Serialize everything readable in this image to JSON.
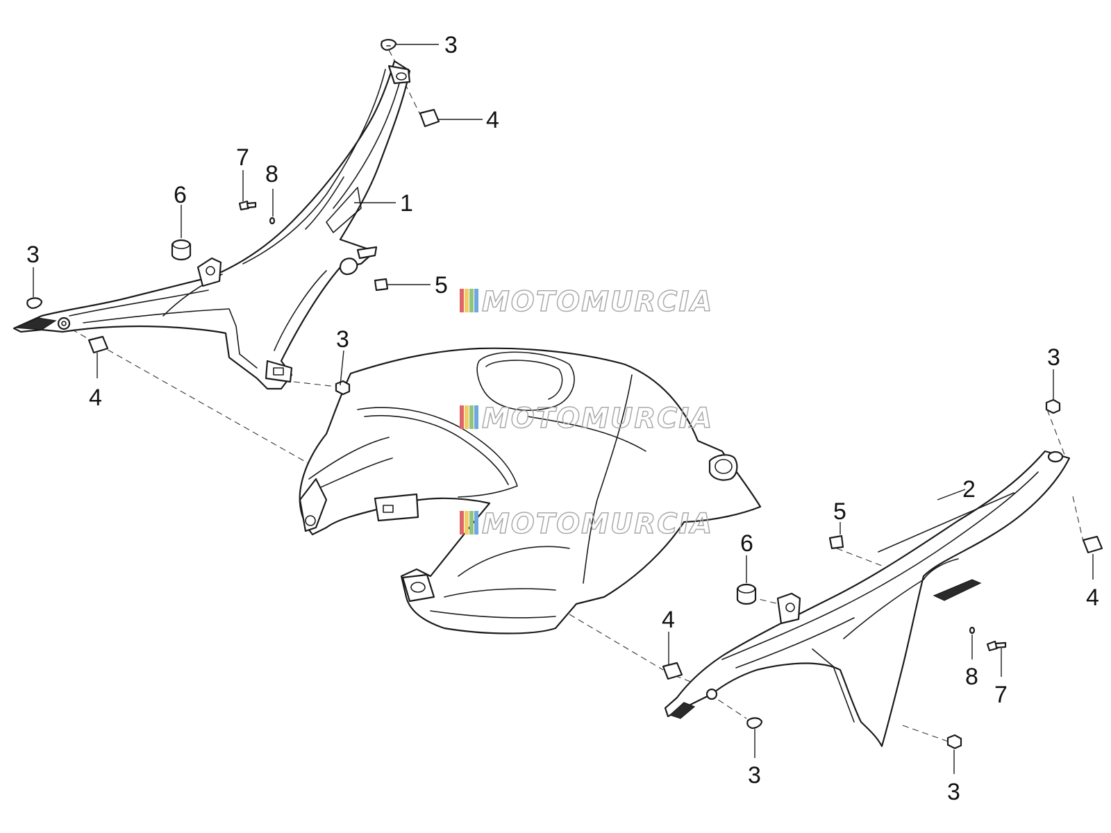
{
  "diagram": {
    "callouts": [
      {
        "label": "3"
      },
      {
        "label": "4"
      },
      {
        "label": "1"
      },
      {
        "label": "7"
      },
      {
        "label": "8"
      },
      {
        "label": "6"
      },
      {
        "label": "3"
      },
      {
        "label": "5"
      },
      {
        "label": "4"
      },
      {
        "label": "3"
      },
      {
        "label": "3"
      },
      {
        "label": "2"
      },
      {
        "label": "5"
      },
      {
        "label": "6"
      },
      {
        "label": "4"
      },
      {
        "label": "4"
      },
      {
        "label": "8"
      },
      {
        "label": "7"
      },
      {
        "label": "3"
      },
      {
        "label": "3"
      }
    ],
    "watermark": {
      "text": "MOTOMURCIA",
      "stripe_colors": [
        "#e06666",
        "#f4cc66",
        "#93c47d",
        "#6fa8dc"
      ]
    }
  }
}
